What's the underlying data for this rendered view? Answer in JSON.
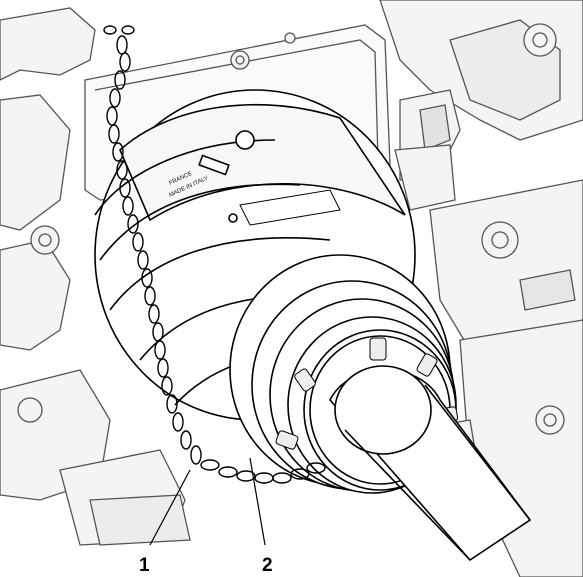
{
  "callouts": [
    {
      "number": "1"
    },
    {
      "number": "2"
    }
  ],
  "housing_text": {
    "brand": "FRANCE",
    "origin": "MADE IN ITALY"
  },
  "icons": [
    "safety-chain-icon",
    "pto-shaft-guard-icon"
  ],
  "colors": {
    "line": "#000000",
    "fill": "#ffffff",
    "shade": "#dcdcdc"
  }
}
